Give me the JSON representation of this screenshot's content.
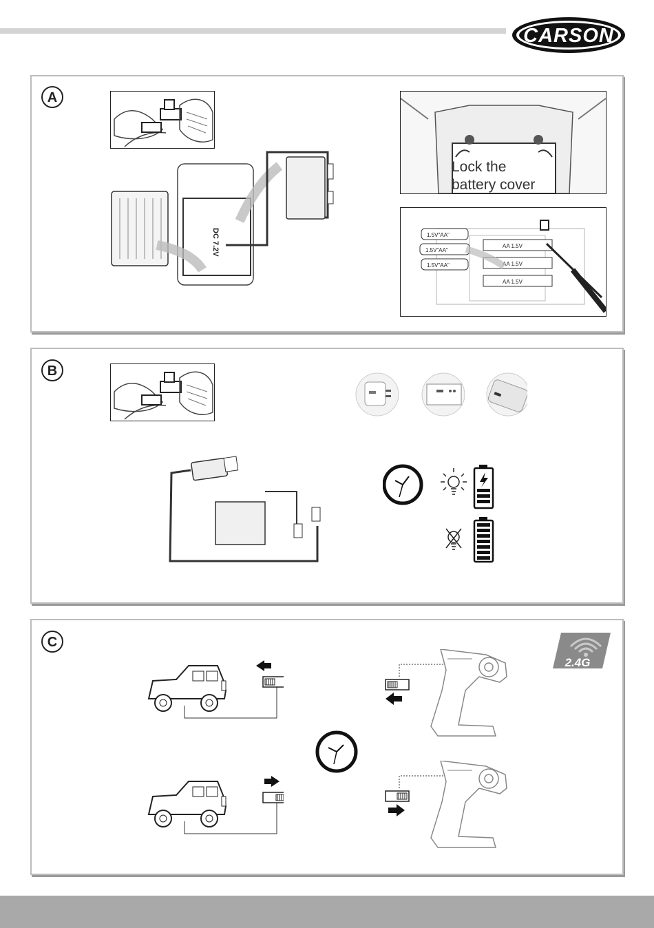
{
  "brand": {
    "name": "CARSON"
  },
  "sections": {
    "a": {
      "badge": "A",
      "dc_label": "DC 7.2V",
      "lock_text_1": "Lock the",
      "lock_text_2": "battery cover",
      "aa_label": "AA 1.5V",
      "battery_label": "1.5V\"AA\"",
      "battery_label_flipped": "1.5V\"AA\""
    },
    "b": {
      "badge": "B"
    },
    "c": {
      "badge": "C",
      "signal": "2.4G"
    }
  },
  "colors": {
    "accent_grey": "#d4d4d4",
    "footer_grey": "#a9a9a9",
    "ink": "#222222"
  }
}
